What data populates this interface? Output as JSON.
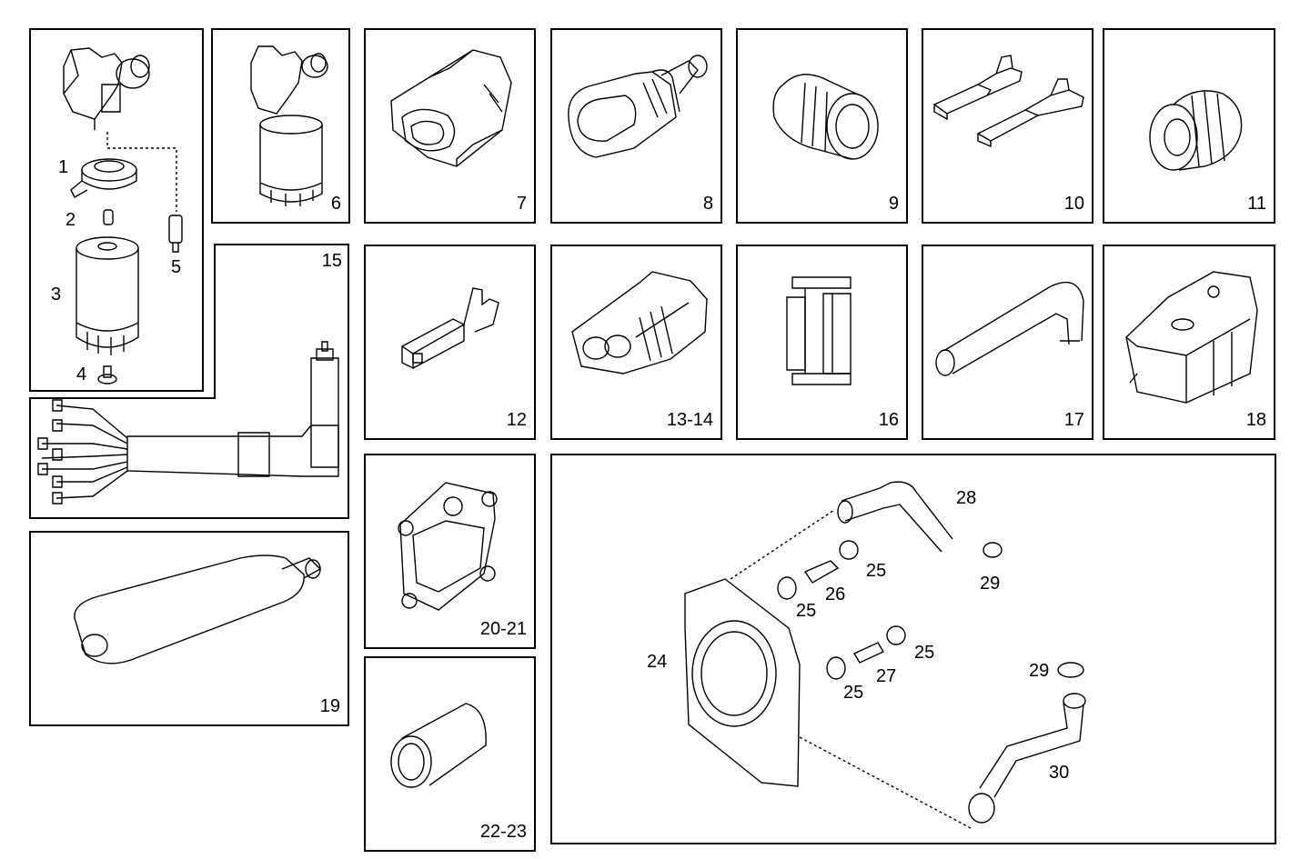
{
  "panels": {
    "p_fuel_filter": {
      "labels": {
        "l1": "1",
        "l2": "2",
        "l3": "3",
        "l4": "4",
        "l5": "5"
      }
    },
    "p6": "6",
    "p7": "7",
    "p8": "8",
    "p9": "9",
    "p10": "10",
    "p11": "11",
    "p12": "12",
    "p13_14": "13-14",
    "p15": "15",
    "p16": "16",
    "p17": "17",
    "p18": "18",
    "p19": "19",
    "p20_21": "20-21",
    "p22_23": "22-23",
    "p_heater": {
      "l24": "24",
      "l25a": "25",
      "l25b": "25",
      "l25c": "25",
      "l25d": "25",
      "l26": "26",
      "l27": "27",
      "l28": "28",
      "l29a": "29",
      "l29b": "29",
      "l30": "30"
    }
  }
}
